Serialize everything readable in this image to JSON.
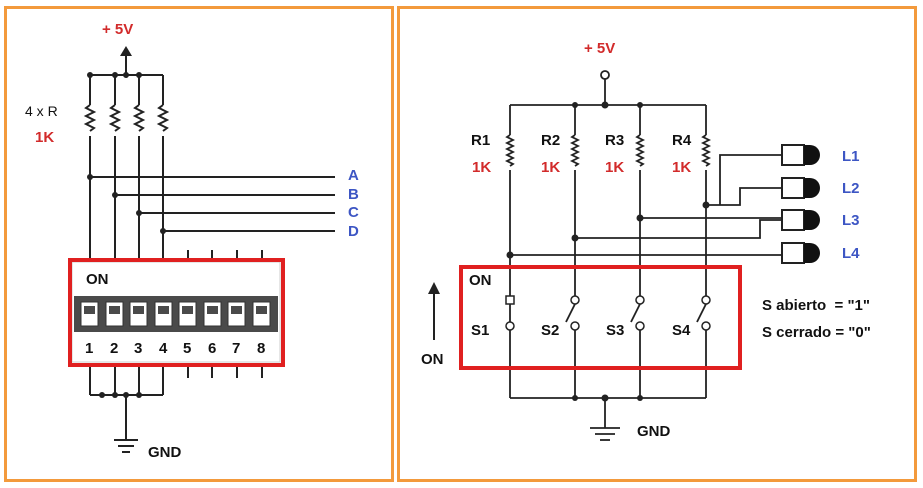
{
  "left": {
    "supply_label": "+ 5V",
    "resistor_count_label": "4 x R",
    "resistor_value": "1K",
    "bus_lines": [
      "A",
      "B",
      "C",
      "D"
    ],
    "dip_on_label": "ON",
    "dip_numbers": [
      "1",
      "2",
      "3",
      "4",
      "5",
      "6",
      "7",
      "8"
    ],
    "ground_label": "GND"
  },
  "right": {
    "supply_label": "+ 5V",
    "resistors": [
      {
        "name": "R1",
        "value": "1K"
      },
      {
        "name": "R2",
        "value": "1K"
      },
      {
        "name": "R3",
        "value": "1K"
      },
      {
        "name": "R4",
        "value": "1K"
      }
    ],
    "leds": [
      "L1",
      "L2",
      "L3",
      "L4"
    ],
    "switch_on_label": "ON",
    "switches": [
      "S1",
      "S2",
      "S3",
      "S4"
    ],
    "arrow_label": "ON",
    "legend_open": "S abierto  = \"1\"",
    "legend_closed": "S cerrado = \"0\"",
    "ground_label": "GND"
  },
  "colors": {
    "panel_border": "#f39a3c",
    "highlight_box": "#e02020",
    "supply_text": "#d22b2b",
    "line_labels": "#3d56c4"
  }
}
